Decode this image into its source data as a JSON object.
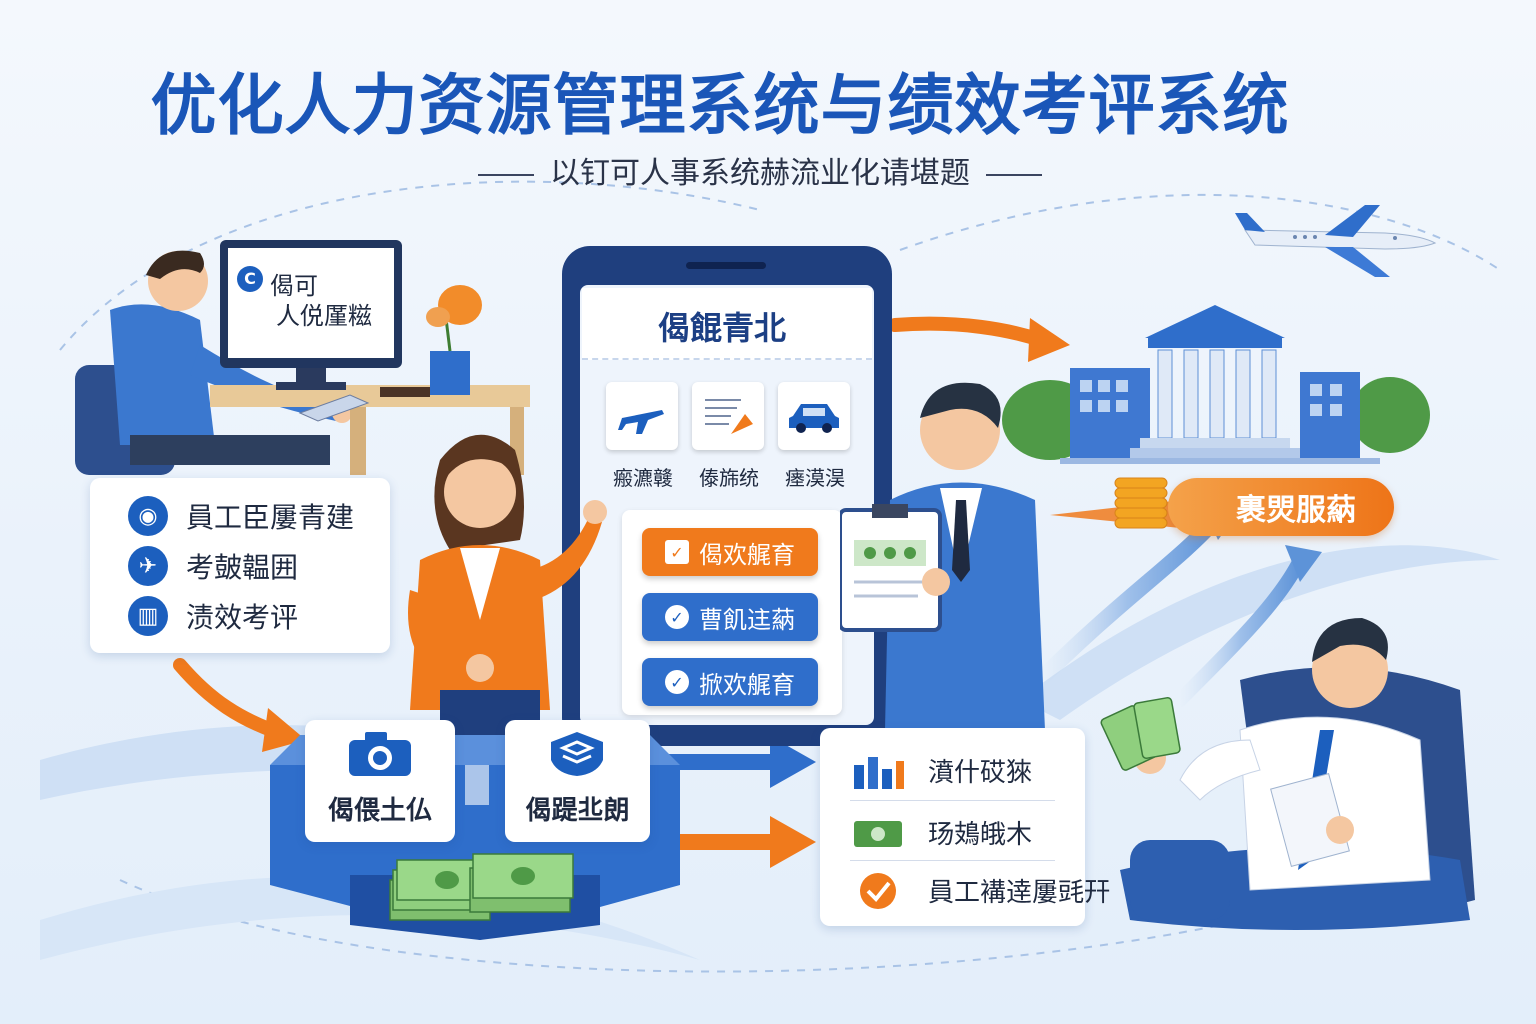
{
  "header": {
    "title": "优化人力资源管理系统与绩效考评系统",
    "subtitle": "以钉可人事系统赫流业化请堪题"
  },
  "monitor": {
    "line1": "偈可",
    "line2": "人侻厪糍"
  },
  "features": {
    "items": [
      {
        "label": "員工臣屢青建",
        "icon": "eye-icon"
      },
      {
        "label": "考皷韞囲",
        "icon": "plane-icon"
      },
      {
        "label": "渍效考评",
        "icon": "building-icon"
      }
    ]
  },
  "phone": {
    "header": "偈餛青北",
    "tiles": [
      {
        "label": "瘢瀌竷",
        "icon": "airplane-icon"
      },
      {
        "label": "傣旆统",
        "icon": "document-icon"
      },
      {
        "label": "瘗漠淏",
        "icon": "car-icon"
      }
    ],
    "buttons": [
      {
        "label": "偈欢艉育",
        "style": "orange"
      },
      {
        "label": "曹飢迬蒳",
        "style": "blue"
      },
      {
        "label": "掀欢艉育",
        "style": "blue"
      }
    ]
  },
  "platform": {
    "card_left": "偈偎土仏",
    "card_right": "偈踶丠朗"
  },
  "results": {
    "items": [
      {
        "label": "濆什砹猍",
        "icon": "bar-chart-icon"
      },
      {
        "label": "玚鳷皒木",
        "icon": "money-icon"
      },
      {
        "label": "員工褠逹屢毭幵",
        "icon": "check-icon"
      }
    ]
  },
  "reward_pill": {
    "label": "裹焸服蒳"
  },
  "colors": {
    "brand_blue": "#1c5fbe",
    "accent_orange": "#f07a1c",
    "text_dark": "#1f2a40"
  }
}
